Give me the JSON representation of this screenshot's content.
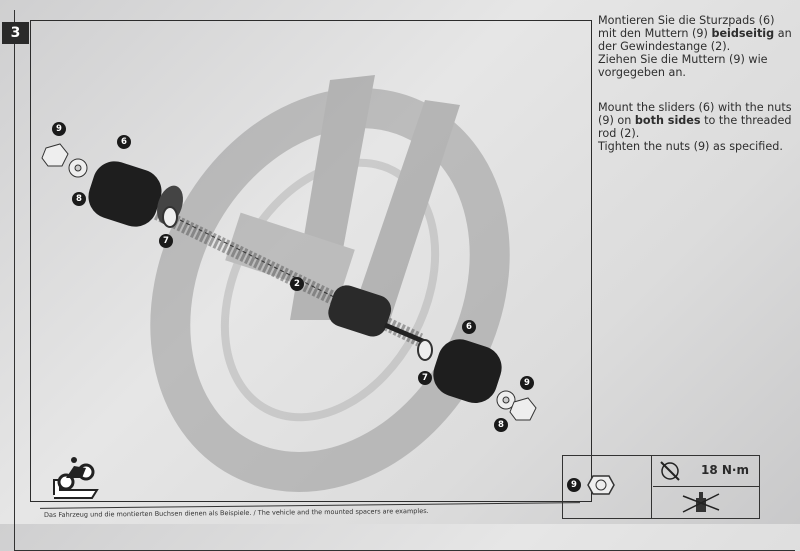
{
  "step_number": "3",
  "instructions": {
    "de": {
      "p1_a": "Montieren Sie die Sturzpads (6) mit den Muttern (9) ",
      "p1_bold": "beidseitig",
      "p1_b": " an der Gewindestange (2).",
      "p2": "Ziehen Sie die Muttern (9) wie vorgegeben an."
    },
    "en": {
      "p1_a": "Mount the sliders (6) with the nuts (9) on ",
      "p1_bold": "both sides",
      "p1_b": " to the threaded rod (2).",
      "p2": "Tighten the nuts (9) as specified."
    }
  },
  "callouts": {
    "c9a": "9",
    "c6a": "6",
    "c8a": "8",
    "c7a": "7",
    "c2": "2",
    "c6b": "6",
    "c7b": "7",
    "c9b": "9",
    "c8b": "8"
  },
  "torque_table": {
    "part_number": "9",
    "torque": "18 N·m",
    "icons": [
      "nut-icon",
      "torque-wrench-icon",
      "no-threadlocker-icon"
    ]
  },
  "footer_note": "Das Fahrzeug und die montierten Buchsen dienen als Beispiele. / The vehicle and the mounted spacers are examples."
}
